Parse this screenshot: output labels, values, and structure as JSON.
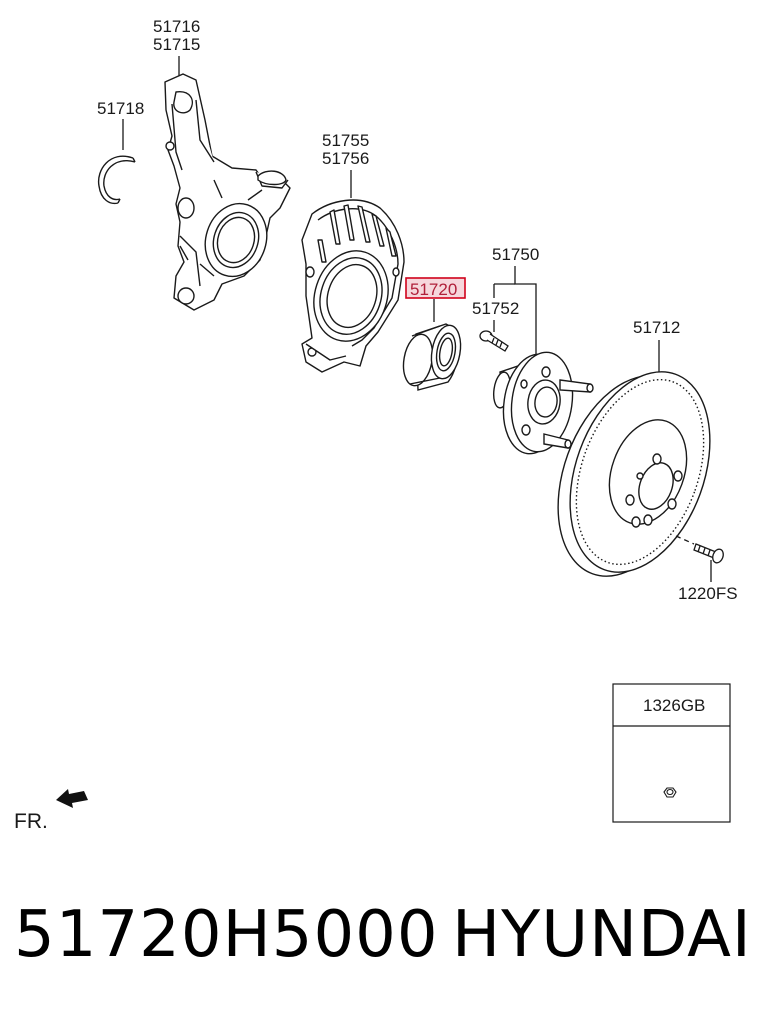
{
  "labels": {
    "knuckle_a": "51716",
    "knuckle_b": "51715",
    "snap_ring": "51718",
    "dust_cover_a": "51755",
    "dust_cover_b": "51756",
    "bearing": "51720",
    "hub_assy": "51750",
    "hub_bolt": "51752",
    "disc": "51712",
    "screw": "1220FS"
  },
  "legend_box": {
    "code": "1326GB"
  },
  "direction": {
    "label": "FR."
  },
  "caption": {
    "part_number": "51720H5000",
    "brand": "HYUNDAI"
  },
  "colors": {
    "highlight": "#d0021b",
    "highlight_fill": "#f6d7dc",
    "line": "#1a1a1a"
  }
}
